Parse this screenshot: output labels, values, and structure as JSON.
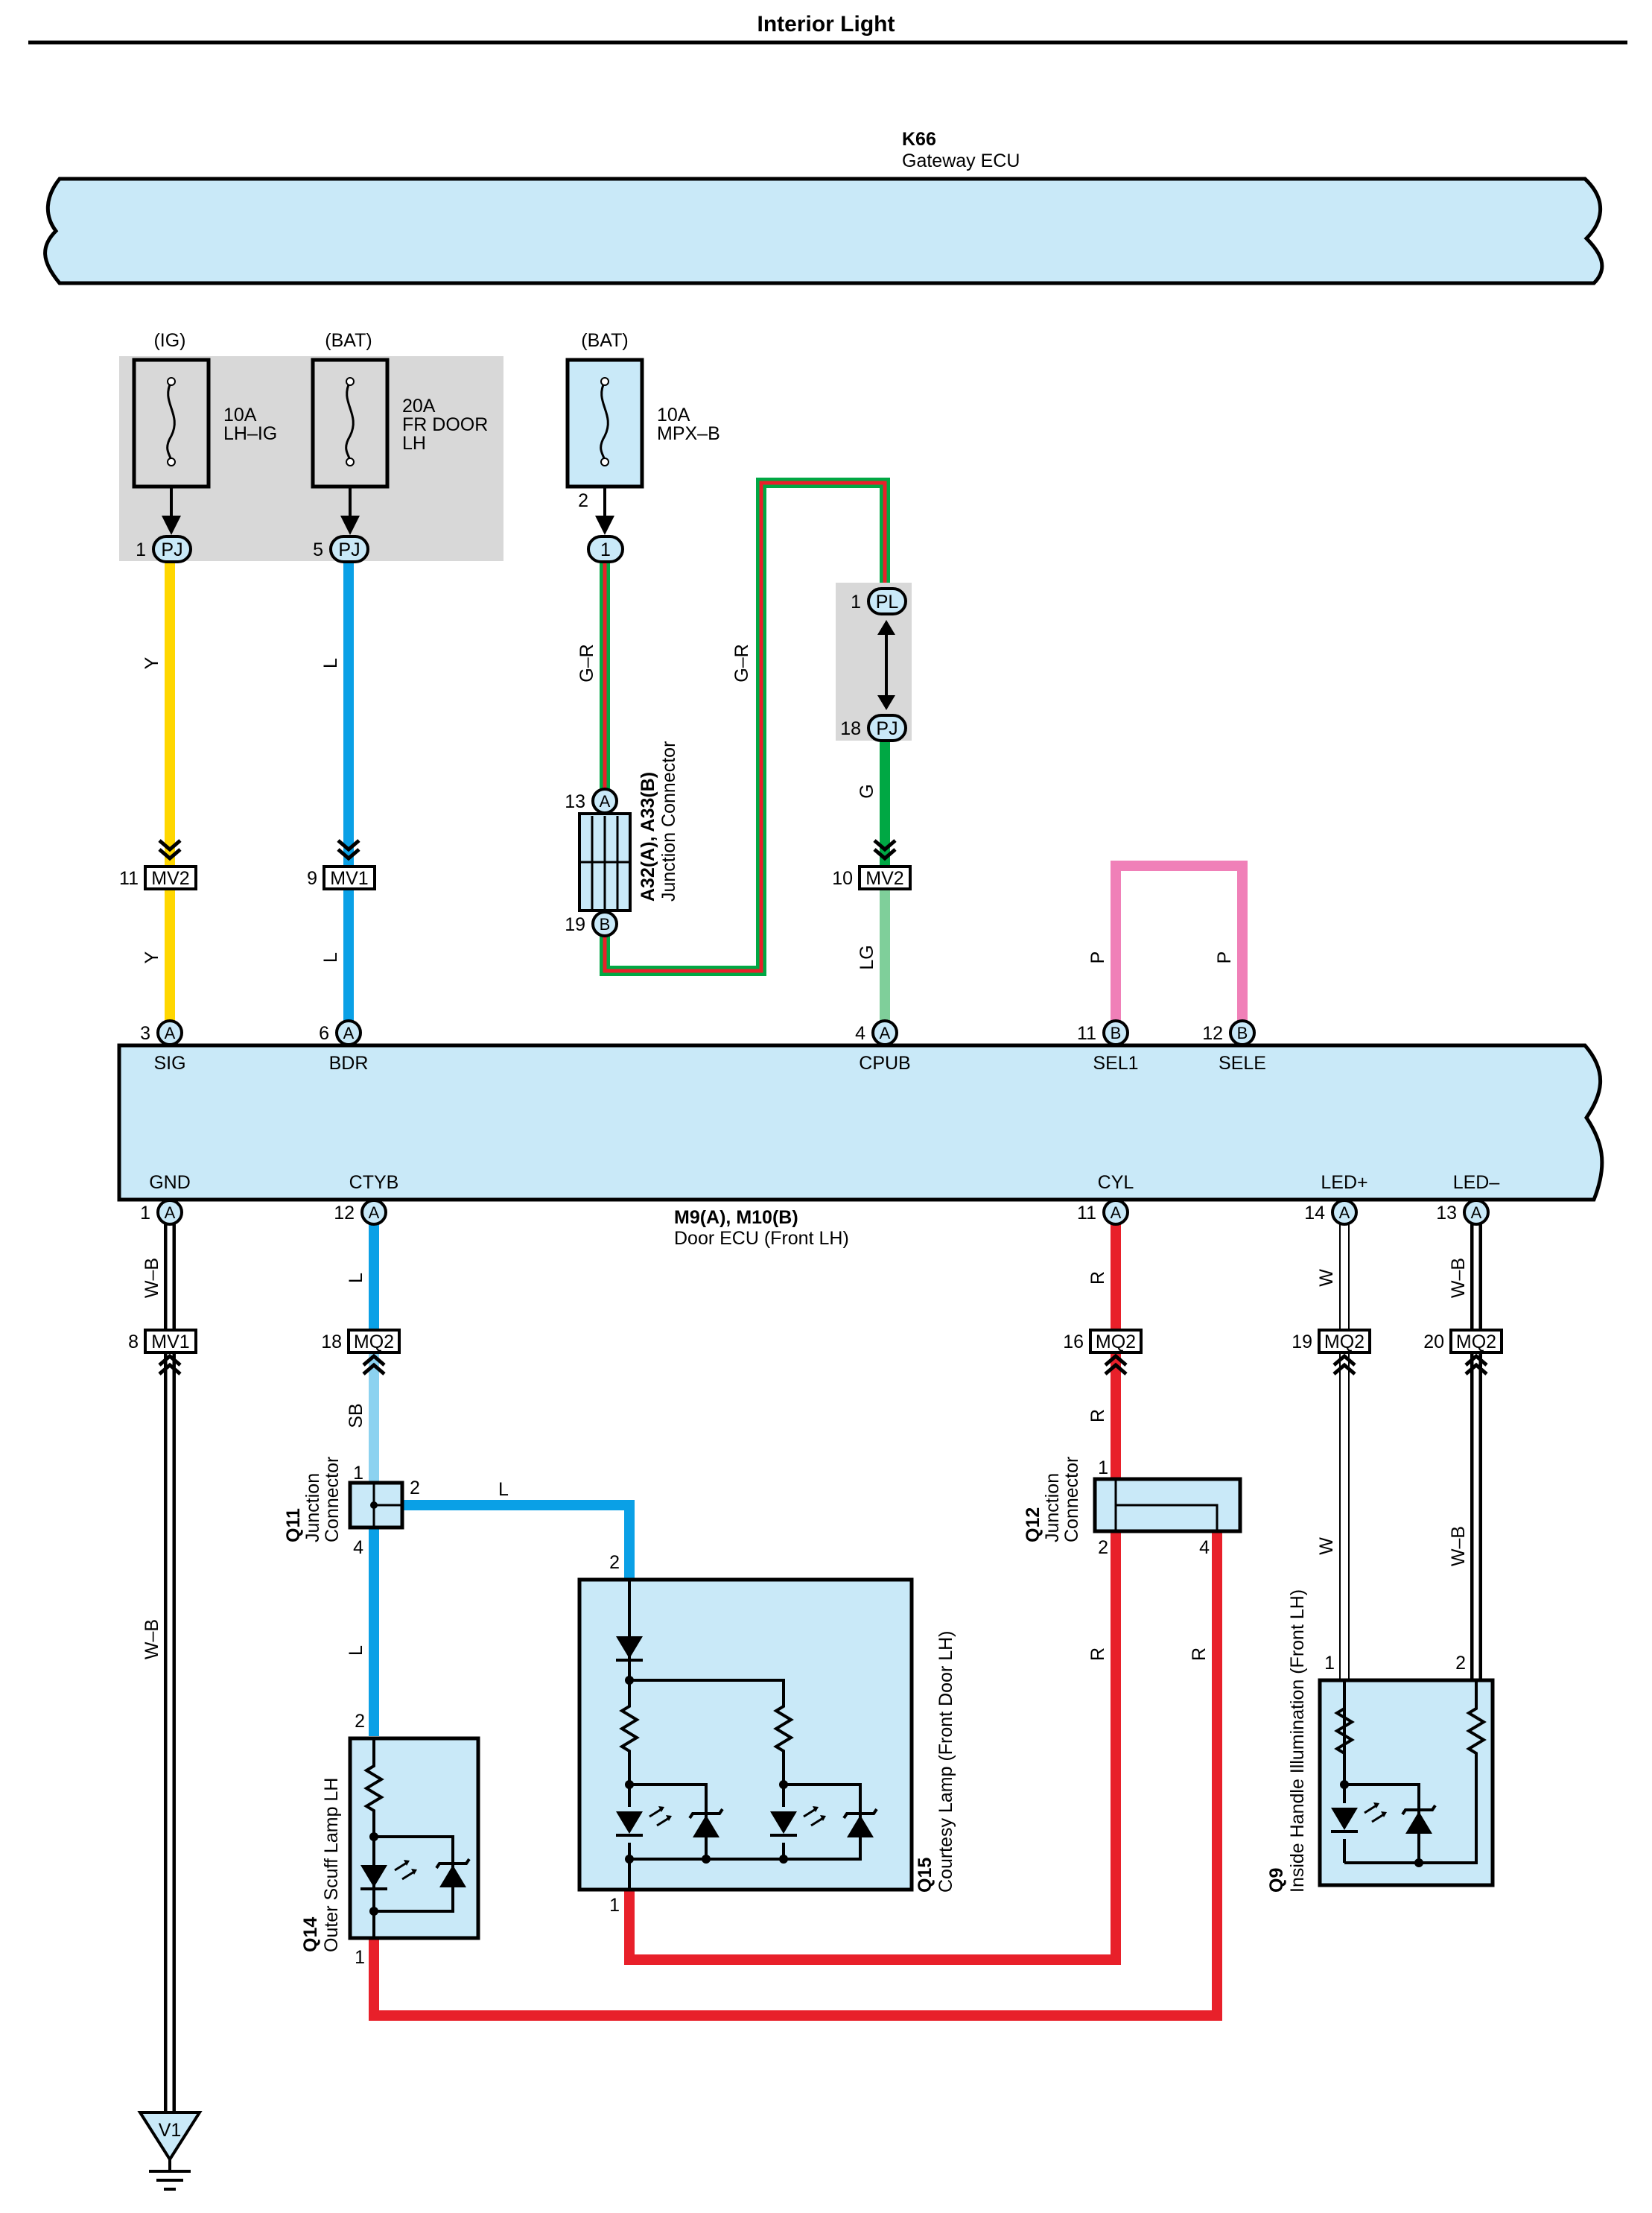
{
  "title": "Interior Light",
  "colors": {
    "Y": "#ffd700",
    "L": "#0aa0e6",
    "SB": "#8cd2f0",
    "G": "#00a844",
    "LG": "#7fcf9a",
    "P": "#f080b8",
    "R": "#e8202a",
    "W": "#ffffff",
    "ecu_fill": "#c9e9f8",
    "fuse_box_bg": "#d8d8d8"
  },
  "gateway": {
    "code": "K66",
    "name": "Gateway ECU"
  },
  "door_ecu": {
    "code": "M9(A), M10(B)",
    "name": "Door ECU (Front LH)"
  },
  "fuses": [
    {
      "supply": "(IG)",
      "amps": "10A",
      "name": "LH–IG",
      "pin": "1",
      "conn": "PJ"
    },
    {
      "supply": "(BAT)",
      "amps": "20A",
      "name": "FR DOOR",
      "name2": "LH",
      "pin": "5",
      "conn": "PJ"
    },
    {
      "supply": "(BAT)",
      "amps": "10A",
      "name": "MPX–B",
      "pin": "2",
      "conn": "1"
    }
  ],
  "junction_a32": {
    "code": "A32(A), A33(B)",
    "name": "Junction Connector",
    "pin_top": "13",
    "pin_top_conn": "A",
    "pin_bot": "19",
    "pin_bot_conn": "B"
  },
  "pl_pj": {
    "pl_pin": "1",
    "pl_conn": "PL",
    "pj_pin": "18",
    "pj_conn": "PJ"
  },
  "wires": {
    "y": "Y",
    "l": "L",
    "gr": "G–R",
    "g": "G",
    "lg": "LG",
    "p": "P",
    "wb": "W–B",
    "sb": "SB",
    "r": "R",
    "w": "W"
  },
  "mid_connectors": [
    {
      "pin": "11",
      "conn": "MV2"
    },
    {
      "pin": "9",
      "conn": "MV1"
    },
    {
      "pin": "10",
      "conn": "MV2"
    }
  ],
  "ecu_top_pins": [
    {
      "pin": "3",
      "conn": "A",
      "label": "SIG"
    },
    {
      "pin": "6",
      "conn": "A",
      "label": "BDR"
    },
    {
      "pin": "4",
      "conn": "A",
      "label": "CPUB"
    },
    {
      "pin": "11",
      "conn": "B",
      "label": "SEL1"
    },
    {
      "pin": "12",
      "conn": "B",
      "label": "SELE"
    }
  ],
  "ecu_bottom_pins": [
    {
      "pin": "1",
      "conn": "A",
      "label": "GND"
    },
    {
      "pin": "12",
      "conn": "A",
      "label": "CTYB"
    },
    {
      "pin": "11",
      "conn": "A",
      "label": "CYL"
    },
    {
      "pin": "14",
      "conn": "A",
      "label": "LED+"
    },
    {
      "pin": "13",
      "conn": "A",
      "label": "LED–"
    }
  ],
  "lower_connectors": [
    {
      "pin": "8",
      "conn": "MV1"
    },
    {
      "pin": "18",
      "conn": "MQ2"
    },
    {
      "pin": "16",
      "conn": "MQ2"
    },
    {
      "pin": "19",
      "conn": "MQ2"
    },
    {
      "pin": "20",
      "conn": "MQ2"
    }
  ],
  "q11": {
    "code": "Q11",
    "name1": "Junction",
    "name2": "Connector",
    "p1": "1",
    "p2": "2",
    "p4": "4"
  },
  "q12": {
    "code": "Q12",
    "name1": "Junction",
    "name2": "Connector",
    "p1": "1",
    "p2": "2",
    "p4": "4"
  },
  "q14": {
    "code": "Q14",
    "name": "Outer Scuff Lamp LH",
    "p2": "2",
    "p1": "1"
  },
  "q15": {
    "code": "Q15",
    "name": "Courtesy Lamp (Front Door LH)",
    "p2": "2",
    "p1": "1"
  },
  "q9": {
    "code": "Q9",
    "name": "Inside Handle Illumination (Front LH)",
    "p1": "1",
    "p2": "2"
  },
  "ground": {
    "code": "V1"
  }
}
